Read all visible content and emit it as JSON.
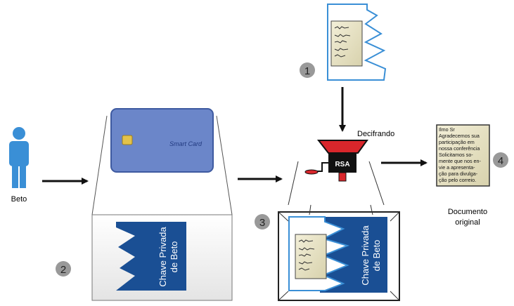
{
  "person": {
    "label": "Beto",
    "color": "#3a8fd6"
  },
  "smart_card": {
    "label": "Smart Card",
    "color": "#6b86c9"
  },
  "key": {
    "line1": "Chave Privada",
    "line2": "de Beto",
    "color": "#1a4f94"
  },
  "machine": {
    "label": "RSA",
    "caption": "Decifrando",
    "accent": "#d9262b"
  },
  "steps": [
    "1",
    "2",
    "3",
    "4"
  ],
  "document": {
    "lines": [
      "Ilmo Sr",
      "Agradecemos sua",
      "participação em",
      "nossa conferência",
      "Solicitamos so-",
      "mente que nos en-",
      "vie a apresenta-",
      "ção para divulga-",
      "ção pelo correio."
    ],
    "caption_line1": "Documento",
    "caption_line2": "original"
  }
}
